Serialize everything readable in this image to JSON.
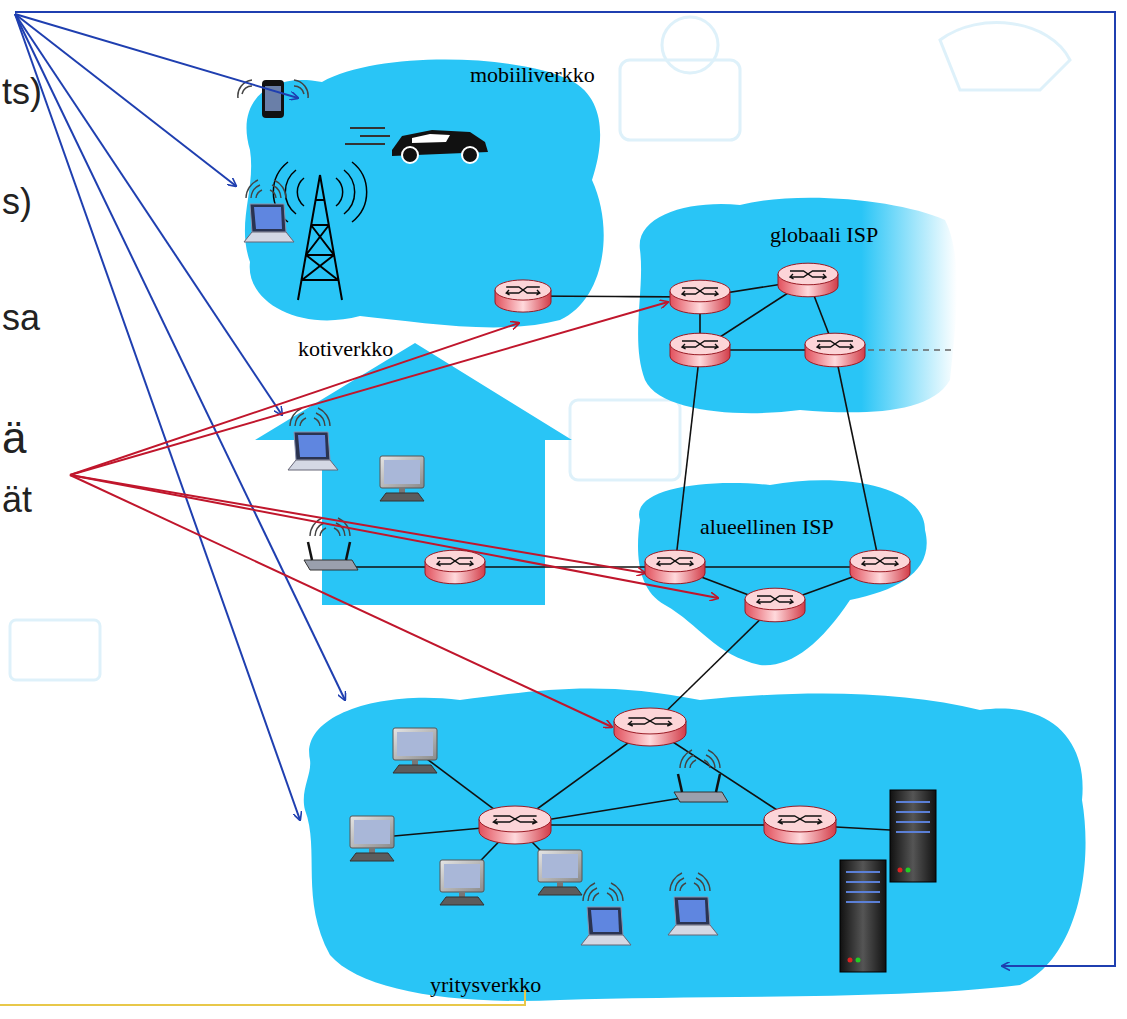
{
  "diagram": {
    "nodes": [
      {
        "text": [
          "mobiiliverkko"
        ]
      },
      {
        "text": [
          "globaali ISP"
        ]
      },
      {
        "text": [
          "kotiverkko"
        ]
      },
      {
        "text": [
          "alueellinen ISP"
        ]
      },
      {
        "text": [
          "yritysverkko"
        ]
      }
    ],
    "edges": [
      {
        "from": 0,
        "to": 1,
        "arrow": "none"
      },
      {
        "from": 2,
        "to": 3,
        "arrow": "none"
      },
      {
        "from": 1,
        "to": 3,
        "arrow": "none"
      },
      {
        "from": 1,
        "to": 3,
        "arrow": "none"
      },
      {
        "from": 3,
        "to": 4,
        "arrow": "none"
      }
    ],
    "labels": [
      "ts)",
      "s)",
      "sa",
      "ä",
      "ät"
    ]
  }
}
